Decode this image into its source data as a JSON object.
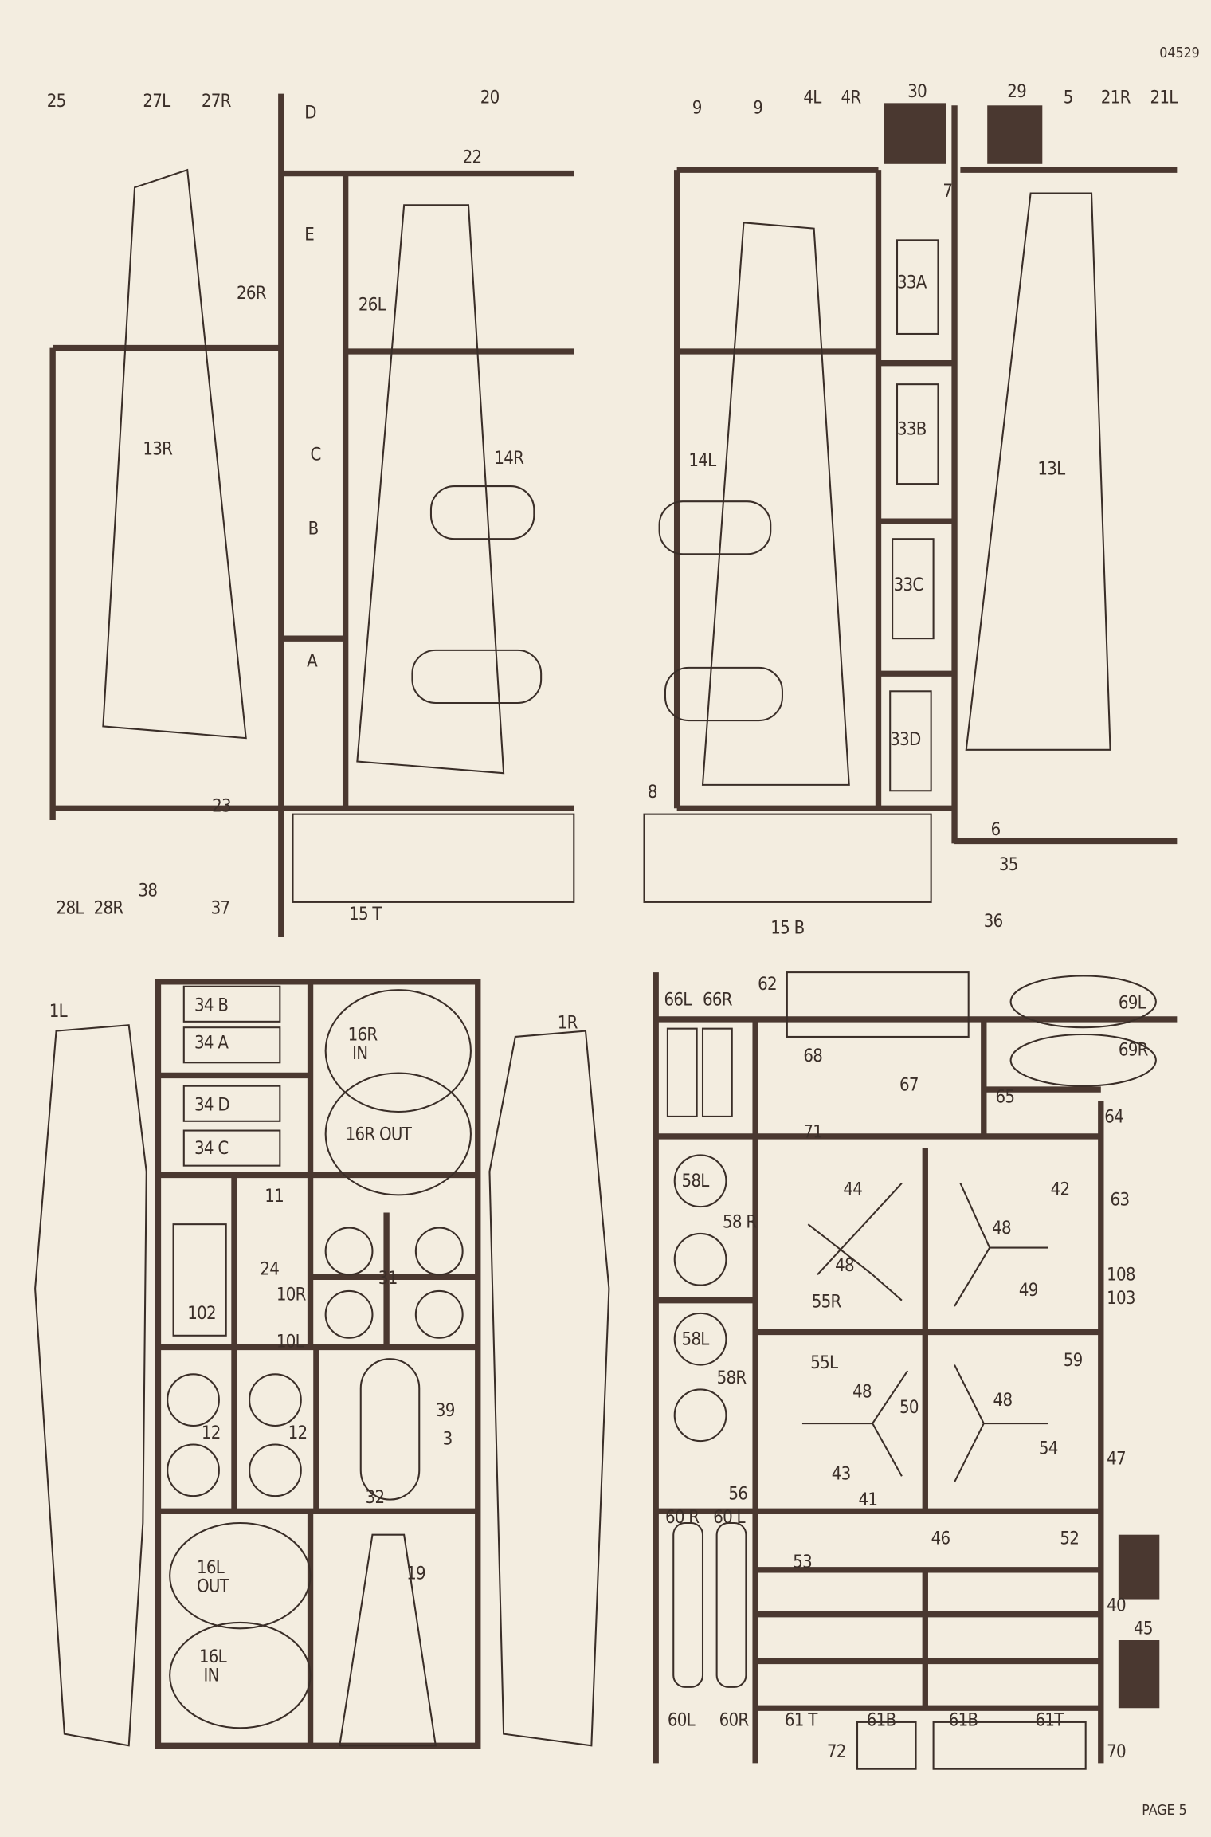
{
  "header": {
    "code": "04529"
  },
  "footer": {
    "page": "PAGE 5"
  },
  "colors": {
    "paper": "#f3ede0",
    "ink": "#3a2e28",
    "sprue": "#4a3830"
  },
  "sprues": [
    {
      "name": "top-left",
      "labels": [
        "25",
        "27L",
        "27R",
        "D",
        "20",
        "22",
        "26R",
        "E",
        "26L",
        "13R",
        "14R",
        "C",
        "B",
        "A",
        "23",
        "28L",
        "28R",
        "38",
        "37",
        "15 T"
      ]
    },
    {
      "name": "top-right",
      "labels": [
        "9",
        "9",
        "4L",
        "4R",
        "30",
        "29",
        "5",
        "21R",
        "21L",
        "7",
        "33A",
        "33B",
        "33C",
        "33D",
        "14L",
        "13L",
        "8",
        "6",
        "35",
        "36",
        "15 B"
      ]
    },
    {
      "name": "bottom-left",
      "labels": [
        "1L",
        "34 B",
        "34 A",
        "34 D",
        "34 C",
        "16R\n IN",
        "16R OUT",
        "1R",
        "11",
        "24",
        "10R",
        "10L",
        "102",
        "31",
        "39",
        "3",
        "32",
        "12",
        "12",
        "16L\nOUT",
        "16L\n IN",
        "19"
      ]
    },
    {
      "name": "bottom-right",
      "labels": [
        "66L",
        "66R",
        "62",
        "69L",
        "69R",
        "68",
        "67",
        "65",
        "64",
        "71",
        "58L",
        "58 R",
        "44",
        "42",
        "48",
        "48",
        "63",
        "108",
        "103",
        "49",
        "55R",
        "58L",
        "58R",
        "55L",
        "59",
        "48",
        "48",
        "50",
        "54",
        "47",
        "43",
        "56",
        "41",
        "46",
        "52",
        "53",
        "60 R",
        "60 L",
        "40",
        "45",
        "60L",
        "60R",
        "61 T",
        "61B",
        "61B",
        "61T",
        "72",
        "70"
      ]
    }
  ]
}
